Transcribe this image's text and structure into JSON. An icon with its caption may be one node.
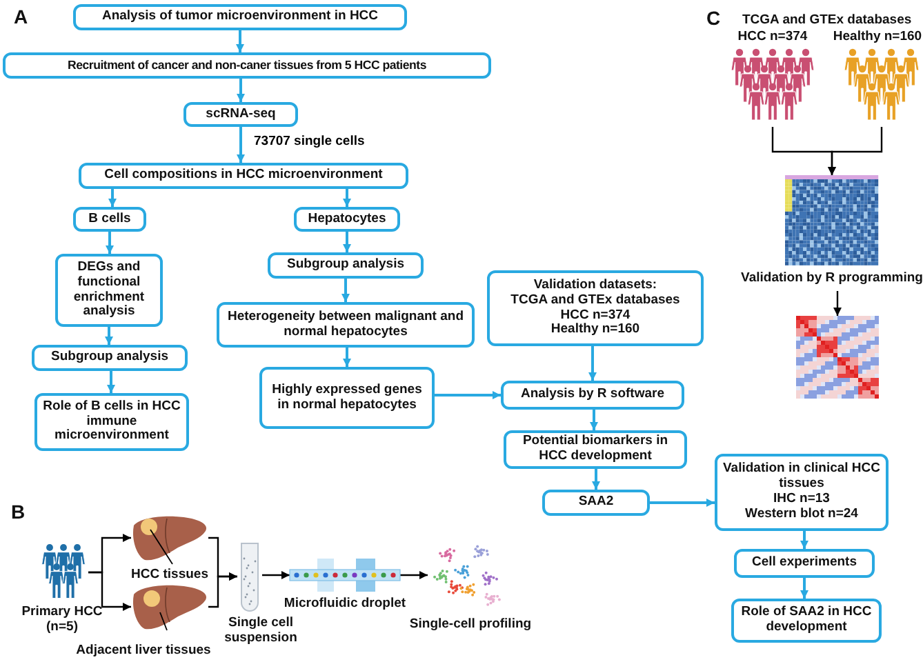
{
  "diagram": {
    "nodes": [
      {
        "text": [
          "Analysis of tumor microenvironment in HCC"
        ]
      },
      {
        "text": [
          "Recruitment of cancer and non-caner tissues from 5 HCC patients"
        ]
      },
      {
        "text": [
          "scRNA-seq"
        ]
      },
      {
        "text": [
          "Cell compositions in HCC microenvironment"
        ]
      },
      {
        "text": [
          "B cells"
        ]
      },
      {
        "text": [
          "Hepatocytes"
        ]
      },
      {
        "text": [
          "DEGs and functional enrichment analysis"
        ]
      },
      {
        "text": [
          "Subgroup analysis"
        ]
      },
      {
        "text": [
          "Subgroup analysis"
        ]
      },
      {
        "text": [
          "Heterogeneity between malignant and normal hepatocytes"
        ]
      },
      {
        "text": [
          "Validation datasets:",
          "TCGA and GTEx databases",
          "HCC n=374",
          "Healthy n=160"
        ]
      },
      {
        "text": [
          "Role of B cells in HCC immune microenvironment"
        ]
      },
      {
        "text": [
          "Highly expressed genes in normal hepatocytes"
        ]
      },
      {
        "text": [
          "Analysis by R software"
        ]
      },
      {
        "text": [
          "Potential biomarkers in HCC development"
        ]
      },
      {
        "text": [
          "SAA2"
        ]
      },
      {
        "text": [
          "Validation in clinical HCC tissues",
          "IHC n=13",
          "Western blot n=24"
        ]
      },
      {
        "text": [
          "Cell experiments"
        ]
      },
      {
        "text": [
          "Role of SAA2 in HCC development"
        ]
      },
      {
        "text": [],
        "shape": "person",
        "beside": [
          "Primary HCC (n=5)"
        ]
      },
      {
        "text": [],
        "shape": "picture",
        "beside": [
          "HCC tissues"
        ]
      },
      {
        "text": [],
        "shape": "picture",
        "beside": [
          "Adjacent liver tissues"
        ]
      },
      {
        "text": [],
        "shape": "picture",
        "beside": [
          "Single cell suspension"
        ]
      },
      {
        "text": [],
        "shape": "picture",
        "beside": [
          "Microfluidic droplet"
        ]
      },
      {
        "text": [],
        "shape": "picture",
        "beside": [
          "Single-cell profiling"
        ]
      },
      {
        "text": [],
        "shape": "person",
        "beside": [
          "HCC n=374"
        ]
      },
      {
        "text": [],
        "shape": "person",
        "beside": [
          "Healthy n=160"
        ]
      },
      {
        "text": [
          "Validation by R programming"
        ]
      },
      {
        "text": [],
        "shape": "picture"
      }
    ],
    "edges": [
      {
        "from": 0,
        "to": 1,
        "arrow": "to"
      },
      {
        "from": 1,
        "to": 2,
        "arrow": "to"
      },
      {
        "from": 2,
        "to": 3,
        "arrow": "to",
        "label": "73707 single cells"
      },
      {
        "from": 3,
        "to": 4,
        "arrow": "to"
      },
      {
        "from": 3,
        "to": 5,
        "arrow": "to"
      },
      {
        "from": 4,
        "to": 6,
        "arrow": "to"
      },
      {
        "from": 5,
        "to": 7,
        "arrow": "to"
      },
      {
        "from": 6,
        "to": 8,
        "arrow": "to"
      },
      {
        "from": 7,
        "to": 9,
        "arrow": "to"
      },
      {
        "from": 8,
        "to": 11,
        "arrow": "to"
      },
      {
        "from": 9,
        "to": 12,
        "arrow": "to"
      },
      {
        "from": 12,
        "to": 13,
        "arrow": "to"
      },
      {
        "from": 10,
        "to": 13,
        "arrow": "to"
      },
      {
        "from": 13,
        "to": 14,
        "arrow": "to"
      },
      {
        "from": 14,
        "to": 15,
        "arrow": "to"
      },
      {
        "from": 15,
        "to": 16,
        "arrow": "to"
      },
      {
        "from": 16,
        "to": 17,
        "arrow": "to"
      },
      {
        "from": 17,
        "to": 18,
        "arrow": "to"
      },
      {
        "from": 19,
        "to": 20,
        "arrow": "to",
        "color": "#000000"
      },
      {
        "from": 19,
        "to": 21,
        "arrow": "to",
        "color": "#000000"
      },
      {
        "from": 20,
        "to": 22,
        "arrow": "to",
        "color": "#000000"
      },
      {
        "from": 21,
        "to": 22,
        "arrow": "to",
        "color": "#000000"
      },
      {
        "from": 22,
        "to": 23,
        "arrow": "to",
        "color": "#000000"
      },
      {
        "from": 23,
        "to": 24,
        "arrow": "to",
        "color": "#000000"
      },
      {
        "from": 25,
        "to": 27,
        "arrow": "to",
        "color": "#000000"
      },
      {
        "from": 26,
        "to": 27,
        "arrow": "to",
        "color": "#000000"
      },
      {
        "from": 27,
        "to": 28,
        "arrow": "to",
        "color": "#000000"
      }
    ],
    "labels": [
      "A",
      "B",
      "C",
      "TCGA and GTEx databases"
    ]
  }
}
